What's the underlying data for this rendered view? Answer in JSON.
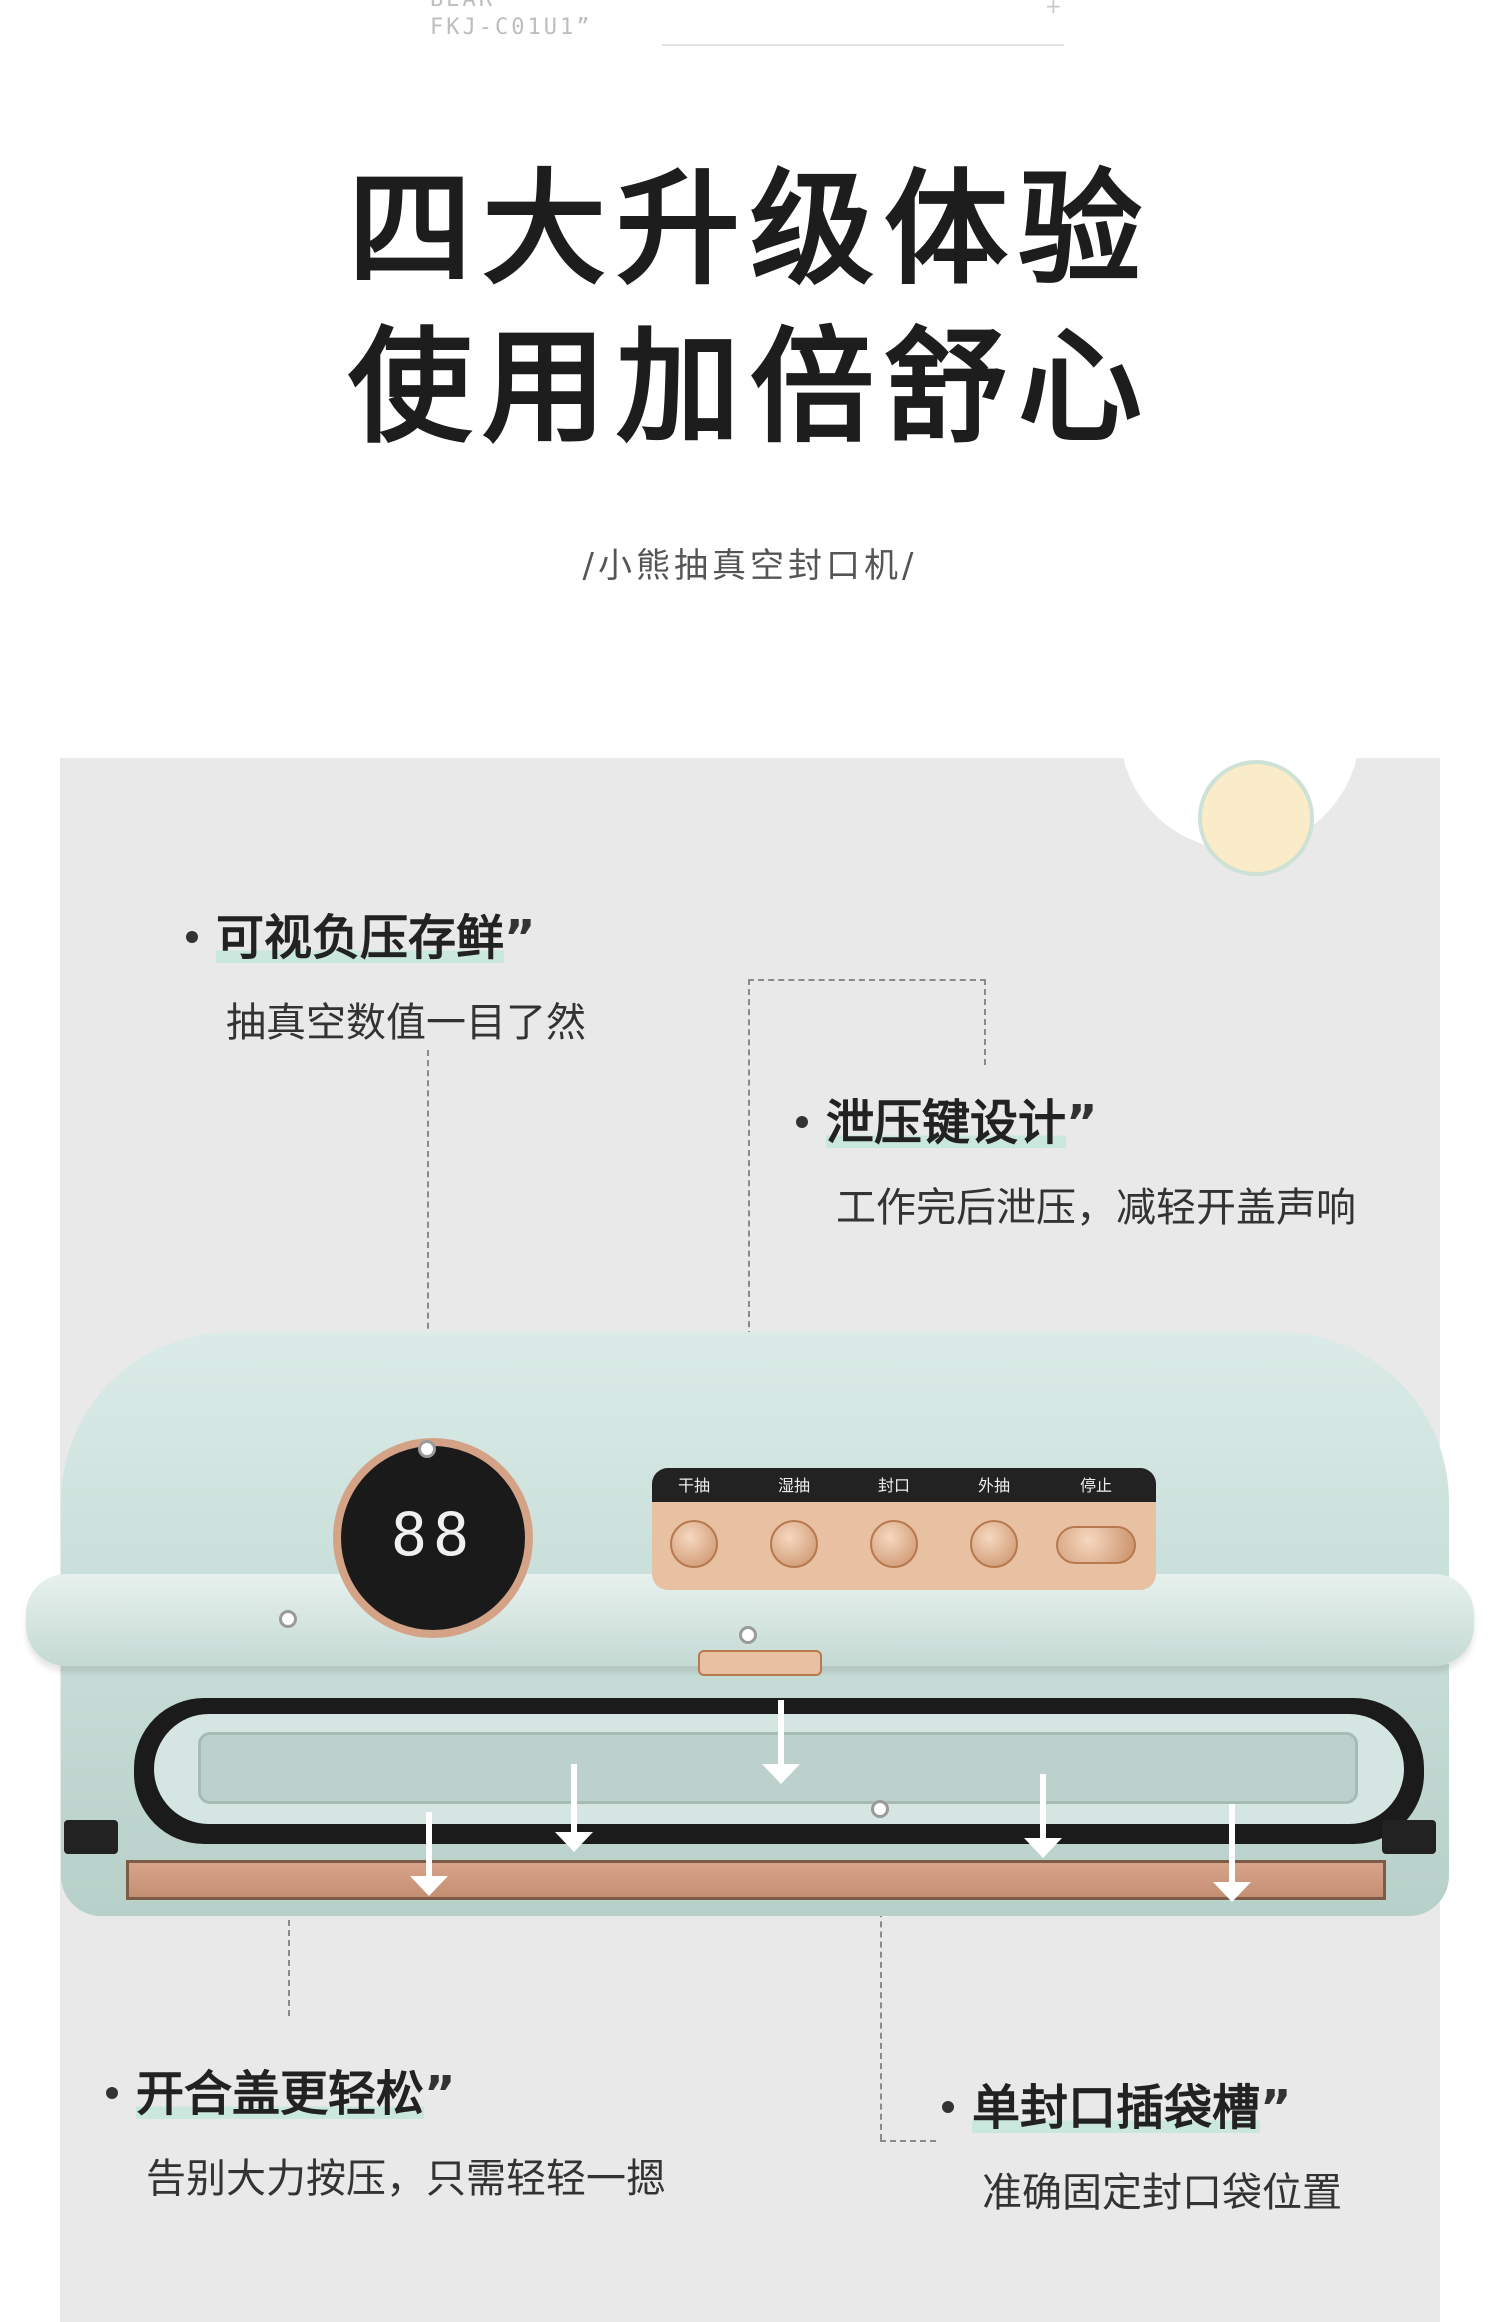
{
  "header": {
    "brand_line1": "BEAR",
    "brand_line2": "FKJ-C01U1”",
    "plus": "+"
  },
  "hero": {
    "title_line1": "四大升级体验",
    "title_line2": "使用加倍舒心",
    "subtitle": "/小熊抽真空封口机/"
  },
  "features": [
    {
      "title": "可视负压存鲜",
      "desc": "抽真空数值一目了然"
    },
    {
      "title": "泄压键设计",
      "desc": "工作完后泄压，减轻开盖声响"
    },
    {
      "title": "开合盖更轻松",
      "desc": "告别大力按压，只需轻轻一摁"
    },
    {
      "title": "单封口插袋槽",
      "desc": "准确固定封口袋位置"
    }
  ],
  "quote_mark": "”",
  "device": {
    "display_value": "88",
    "buttons": [
      "干抽",
      "湿抽",
      "封口",
      "外抽",
      "停止"
    ]
  },
  "colors": {
    "panel_bg": "#e9e9e9",
    "device_mint": "#c7dcd6",
    "accent_rose_gold": "#d8a58a",
    "highlight": "#c9e7dd"
  }
}
